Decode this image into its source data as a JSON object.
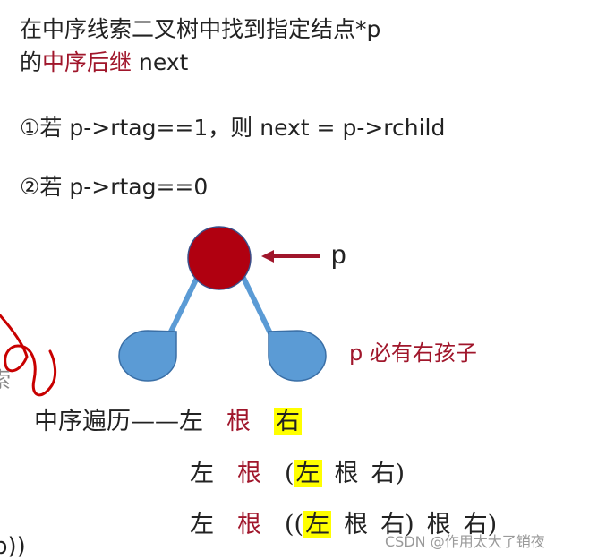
{
  "title": {
    "line1": "在中序线索二叉树中找到指定结点*p",
    "line2_prefix": "的",
    "line2_highlight": "中序后继",
    "line2_suffix": " next"
  },
  "cases": [
    {
      "marker": "①",
      "text": "若 p->rtag==1，则 next = p->rchild"
    },
    {
      "marker": "②",
      "text": "若 p->rtag==0"
    }
  ],
  "diagram": {
    "pointer_label": "p",
    "note": "p 必有右孩子",
    "colors": {
      "root": "#b00010",
      "leaf": "#5b9bd5",
      "edge": "#5b9bd5",
      "arrow": "#a0162b",
      "highlight": "#ffff00"
    }
  },
  "traversal": {
    "heading": "中序遍历——",
    "row1": {
      "left": "左",
      "root": "根",
      "right": "右"
    },
    "row2": {
      "left": "左",
      "root": "根",
      "open": "(",
      "sub_left": "左",
      "sub_root": "根",
      "sub_right": "右",
      "close": ")"
    },
    "row3": {
      "left": "左",
      "root": "根",
      "open": "((",
      "sub_left": "左",
      "sub_root": "根",
      "sub_right": "右",
      "mid_close": ")",
      "outer_root": "根",
      "outer_right": "右",
      "close": ")"
    }
  },
  "edge_fragments": {
    "left_char": "索",
    "bottom_text": "p))"
  },
  "watermark": "CSDN @作用太大了销夜"
}
